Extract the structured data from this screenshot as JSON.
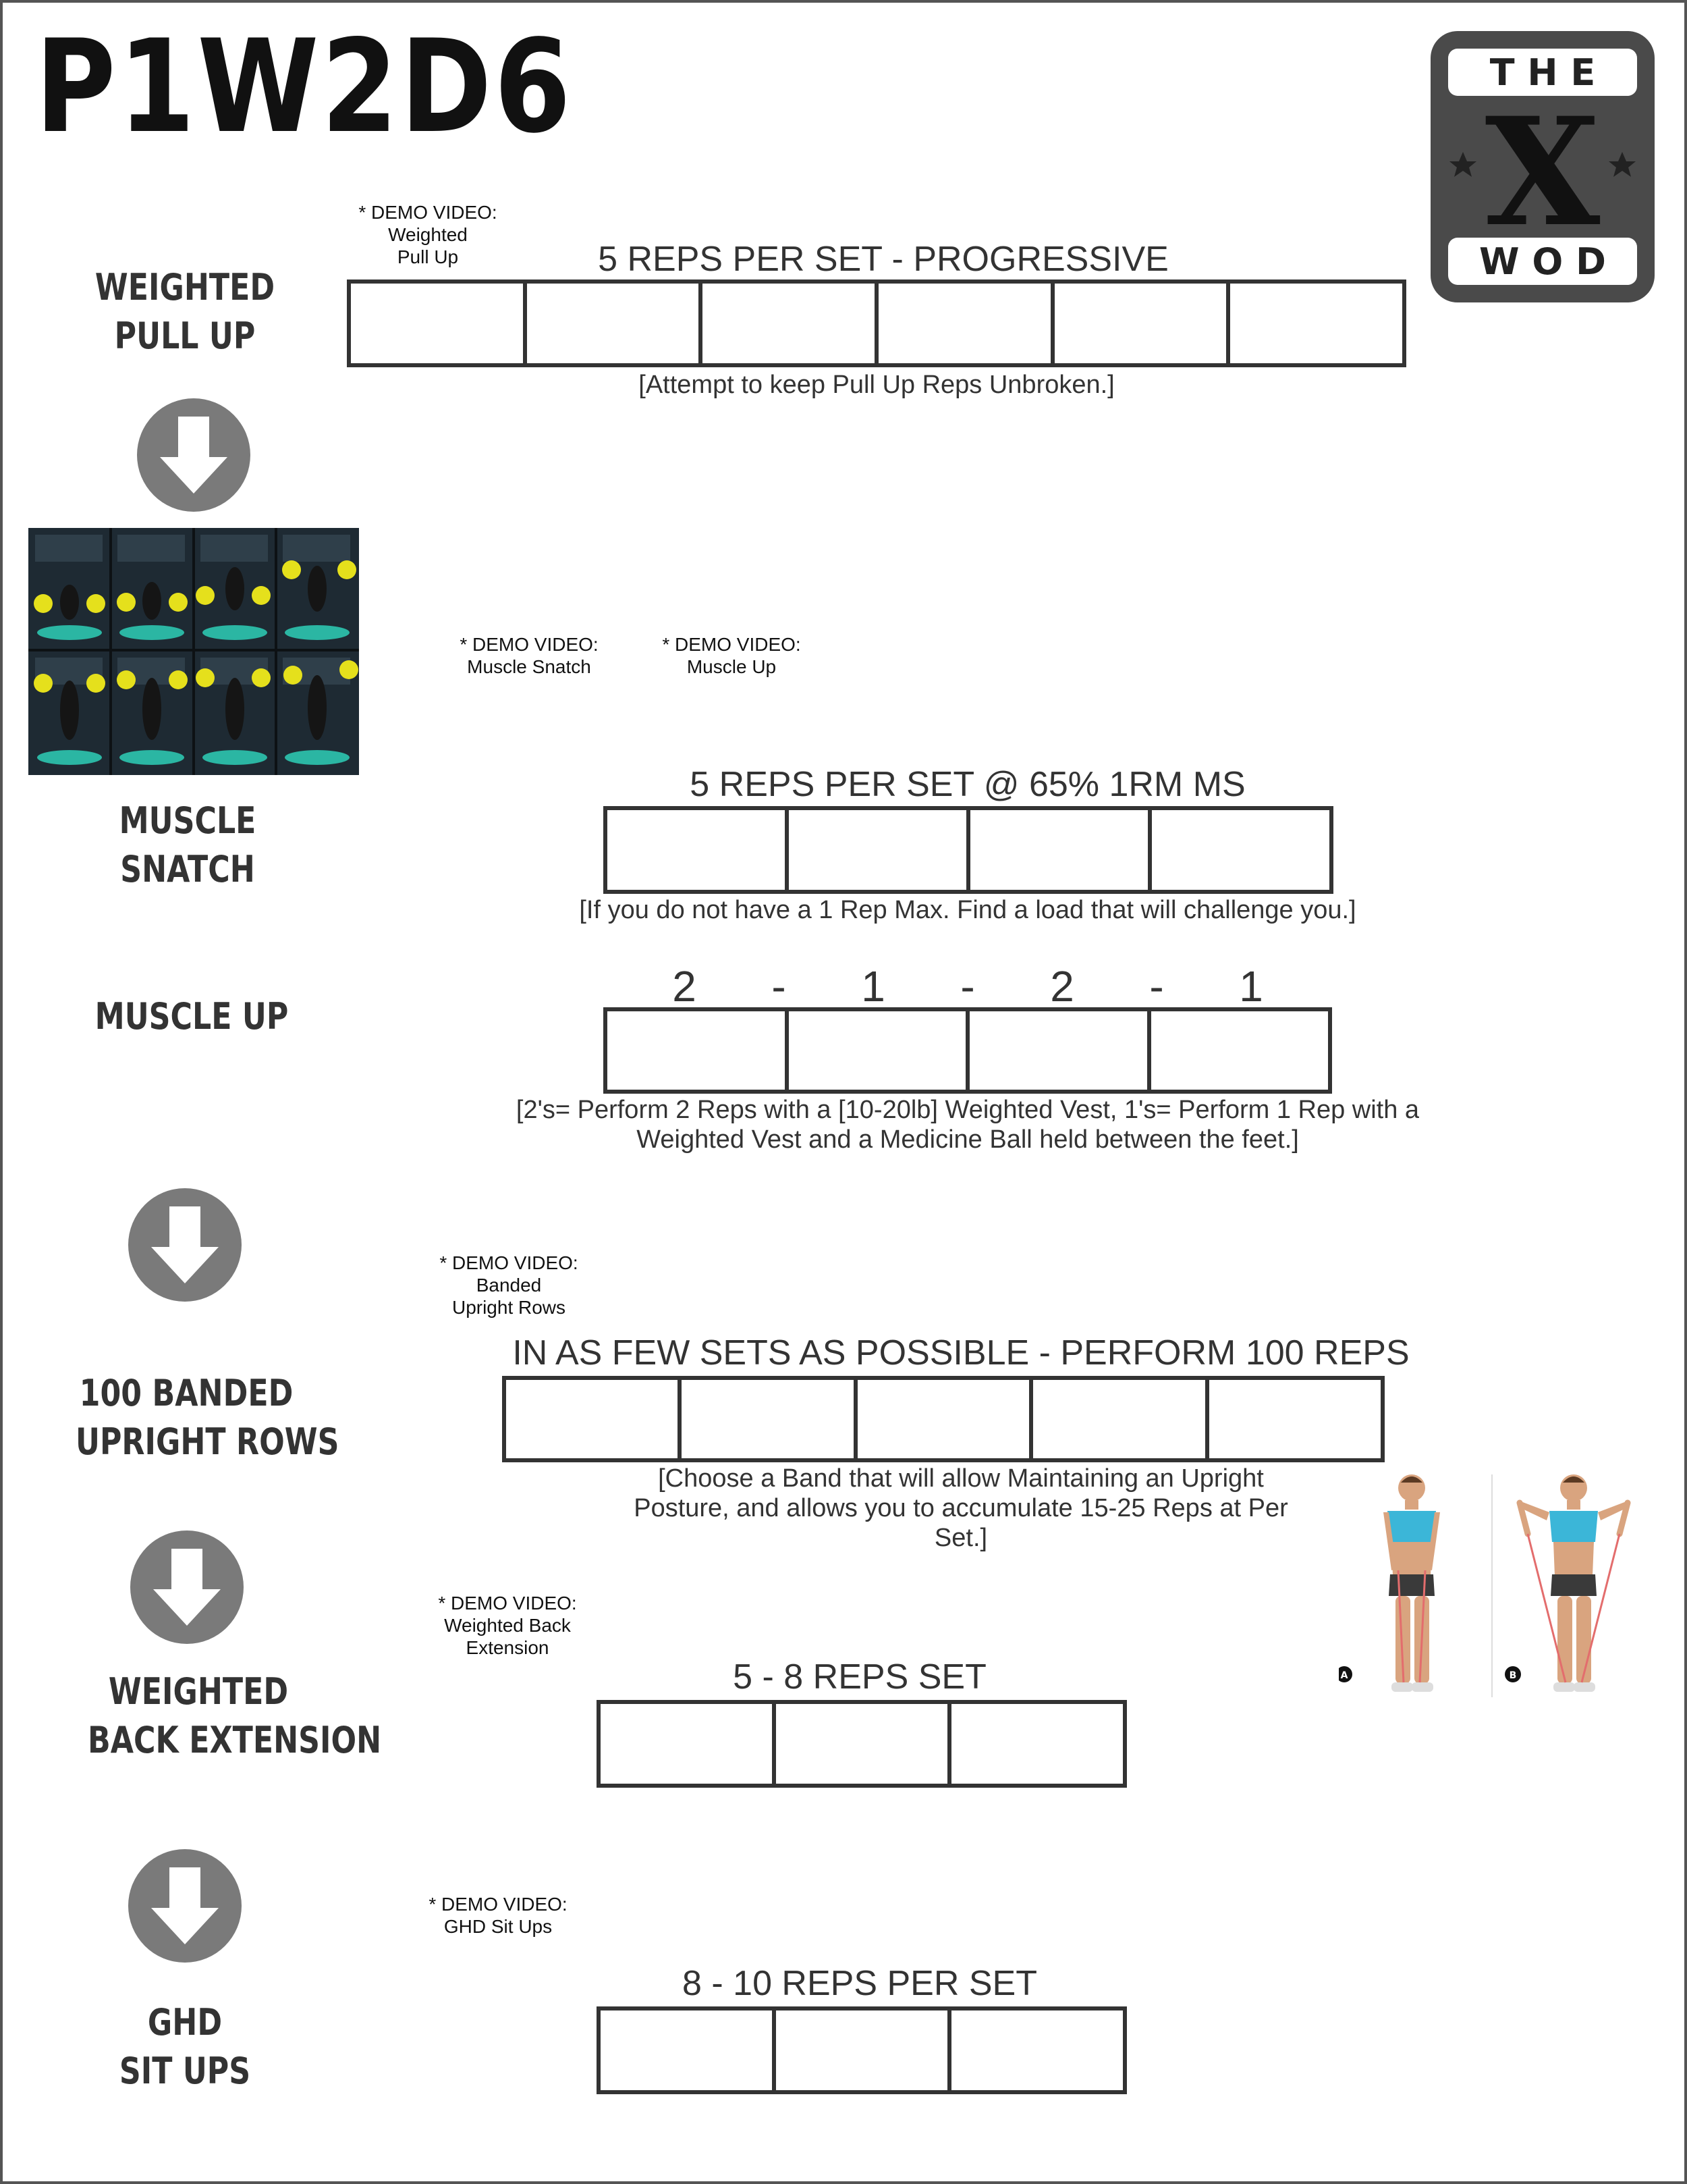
{
  "page_title": "P1W2D6",
  "logo": {
    "top_text": "T H E",
    "center_text": "X",
    "bottom_text": "W O D",
    "icon": "the-x-wod-logo"
  },
  "colors": {
    "ink": "#333333",
    "arrow_circle": "#7a7a7a",
    "logo_dark": "#4a4a4a"
  },
  "exercises": {
    "pull_up": {
      "label_line1": "WEIGHTED",
      "label_line2": "PULL UP",
      "demo_line1": "* DEMO VIDEO:",
      "demo_line2": "Weighted",
      "demo_line3": "Pull Up",
      "heading": "5 REPS PER SET - PROGRESSIVE",
      "note": "[Attempt to keep Pull Up Reps Unbroken.]",
      "box_count": 6
    },
    "muscle_snatch": {
      "label_line1": "MUSCLE",
      "label_line2": "SNATCH",
      "demo_line1": "* DEMO VIDEO:",
      "demo_line2": "Muscle Snatch",
      "heading": "5 REPS PER SET @ 65% 1RM MS",
      "note": "[If you do not have a 1 Rep Max.  Find a load that will challenge you.]",
      "box_count": 4
    },
    "muscle_up": {
      "label": "MUSCLE UP",
      "demo_line1": "* DEMO VIDEO:",
      "demo_line2": "Muscle Up",
      "sequence": [
        "2",
        "-",
        "1",
        "-",
        "2",
        "-",
        "1"
      ],
      "note_line1": "[2's= Perform 2 Reps with a [10-20lb] Weighted Vest, 1's= Perform 1 Rep with a",
      "note_line2": "Weighted Vest and a Medicine Ball held between the feet.]",
      "box_count": 4
    },
    "upright_rows": {
      "label_line1": "100 BANDED",
      "label_line2": "UPRIGHT ROWS",
      "demo_line1": "* DEMO VIDEO:",
      "demo_line2": "Banded",
      "demo_line3": "Upright Rows",
      "heading": "IN AS FEW SETS AS POSSIBLE - PERFORM 100 REPS",
      "note_line1": "[Choose a Band that will allow Maintaining an Upright",
      "note_line2": "Posture, and allows you to accumulate 15-25 Reps at Per",
      "note_line3": "Set.]",
      "fig_label_a": "A",
      "fig_label_b": "B",
      "box_count": 5
    },
    "back_extension": {
      "label_line1": "WEIGHTED",
      "label_line2": "BACK EXTENSION",
      "demo_line1": "* DEMO VIDEO:",
      "demo_line2": "Weighted Back",
      "demo_line3": "Extension",
      "heading": "5 - 8 REPS SET",
      "box_count": 3
    },
    "ghd_sit_ups": {
      "label_line1": "GHD",
      "label_line2": "SIT UPS",
      "demo_line1": "* DEMO VIDEO:",
      "demo_line2": "GHD Sit Ups",
      "heading": "8 - 10 REPS PER SET",
      "box_count": 3
    }
  }
}
